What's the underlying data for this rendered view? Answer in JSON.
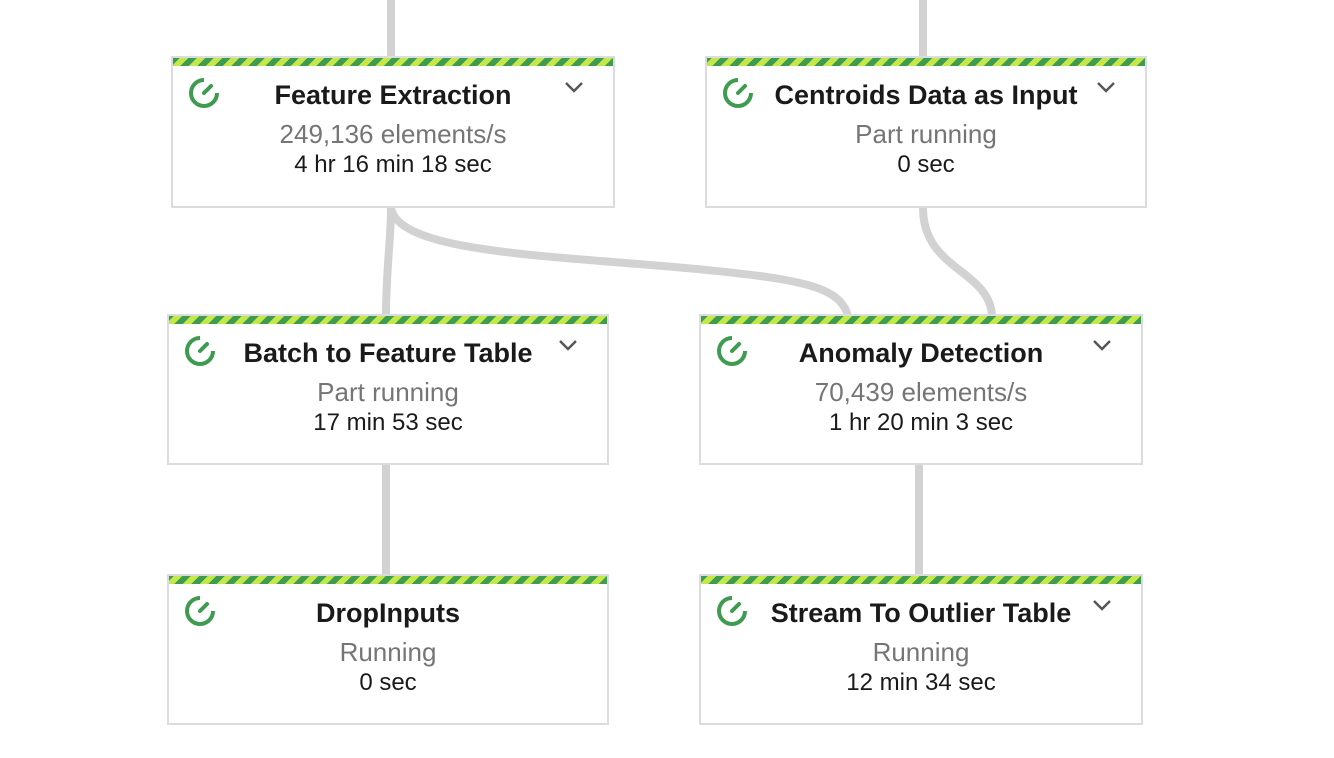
{
  "pipeline": {
    "nodes": [
      {
        "id": "feature-extraction",
        "title": "Feature Extraction",
        "rate": "249,136 elements/s",
        "time": "4 hr 16 min 18 sec",
        "status_icon": "running-icon",
        "has_expand": true
      },
      {
        "id": "centroids-data-as-input",
        "title": "Centroids Data as Input",
        "rate": "Part running",
        "time": "0 sec",
        "status_icon": "running-icon",
        "has_expand": true
      },
      {
        "id": "batch-to-feature-table",
        "title": "Batch to Feature Table",
        "rate": "Part running",
        "time": "17 min 53 sec",
        "status_icon": "running-icon",
        "has_expand": true
      },
      {
        "id": "anomaly-detection",
        "title": "Anomaly Detection",
        "rate": "70,439 elements/s",
        "time": "1 hr 20 min 3 sec",
        "status_icon": "running-icon",
        "has_expand": true
      },
      {
        "id": "drop-inputs",
        "title": "DropInputs",
        "rate": "Running",
        "time": "0 sec",
        "status_icon": "running-icon",
        "has_expand": false
      },
      {
        "id": "stream-to-outlier-table",
        "title": "Stream To Outlier Table",
        "rate": "Running",
        "time": "12 min 34 sec",
        "status_icon": "running-icon",
        "has_expand": true
      }
    ]
  },
  "colors": {
    "running_green": "#3e9b4f",
    "stripe_light": "#c4e84a",
    "edge": "#d2d2d2",
    "border": "#dadce0",
    "rate_text": "#757575",
    "title_text": "#1a1a1a"
  }
}
